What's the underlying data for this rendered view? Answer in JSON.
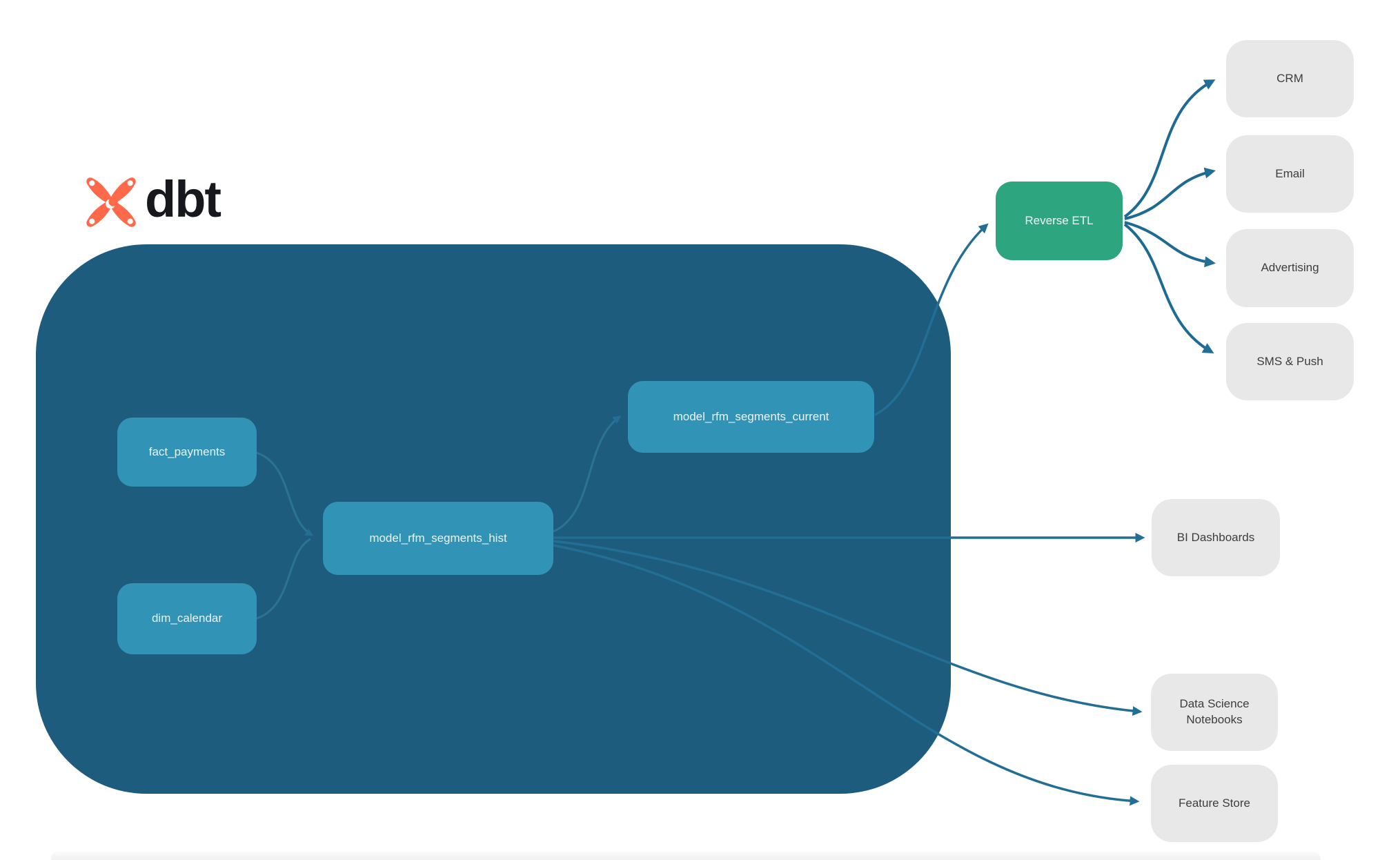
{
  "logo": {
    "text": "dbt",
    "icon": "dbt-logo-icon",
    "orange": "#ff694b"
  },
  "nodes": {
    "fact": {
      "label": "fact_payments"
    },
    "dim": {
      "label": "dim_calendar"
    },
    "hist": {
      "label": "model_rfm_segments_hist"
    },
    "current": {
      "label": "model_rfm_segments_current"
    },
    "reverse_etl": {
      "label": "Reverse ETL"
    },
    "crm": {
      "label": "CRM"
    },
    "email": {
      "label": "Email"
    },
    "advertising": {
      "label": "Advertising"
    },
    "sms": {
      "label": "SMS & Push"
    },
    "bi": {
      "label": "BI Dashboards"
    },
    "ds": {
      "label": "Data Science Notebooks"
    },
    "fs": {
      "label": "Feature Store"
    }
  },
  "edges": [
    {
      "from": "fact_payments",
      "to": "model_rfm_segments_hist"
    },
    {
      "from": "dim_calendar",
      "to": "model_rfm_segments_hist"
    },
    {
      "from": "model_rfm_segments_hist",
      "to": "model_rfm_segments_current"
    },
    {
      "from": "model_rfm_segments_current",
      "to": "Reverse ETL"
    },
    {
      "from": "Reverse ETL",
      "to": "CRM"
    },
    {
      "from": "Reverse ETL",
      "to": "Email"
    },
    {
      "from": "Reverse ETL",
      "to": "Advertising"
    },
    {
      "from": "Reverse ETL",
      "to": "SMS & Push"
    },
    {
      "from": "model_rfm_segments_hist",
      "to": "BI Dashboards"
    },
    {
      "from": "model_rfm_segments_hist",
      "to": "Data Science Notebooks"
    },
    {
      "from": "model_rfm_segments_hist",
      "to": "Feature Store"
    }
  ],
  "colors": {
    "container_fill": "#1e5c7e",
    "model_node_fill": "#3193b5",
    "reverse_etl_fill": "#2da57e",
    "destination_fill": "#e8e8e8",
    "connector": "#226e94",
    "logo_orange": "#ff694b",
    "logo_text": "#16181d"
  }
}
